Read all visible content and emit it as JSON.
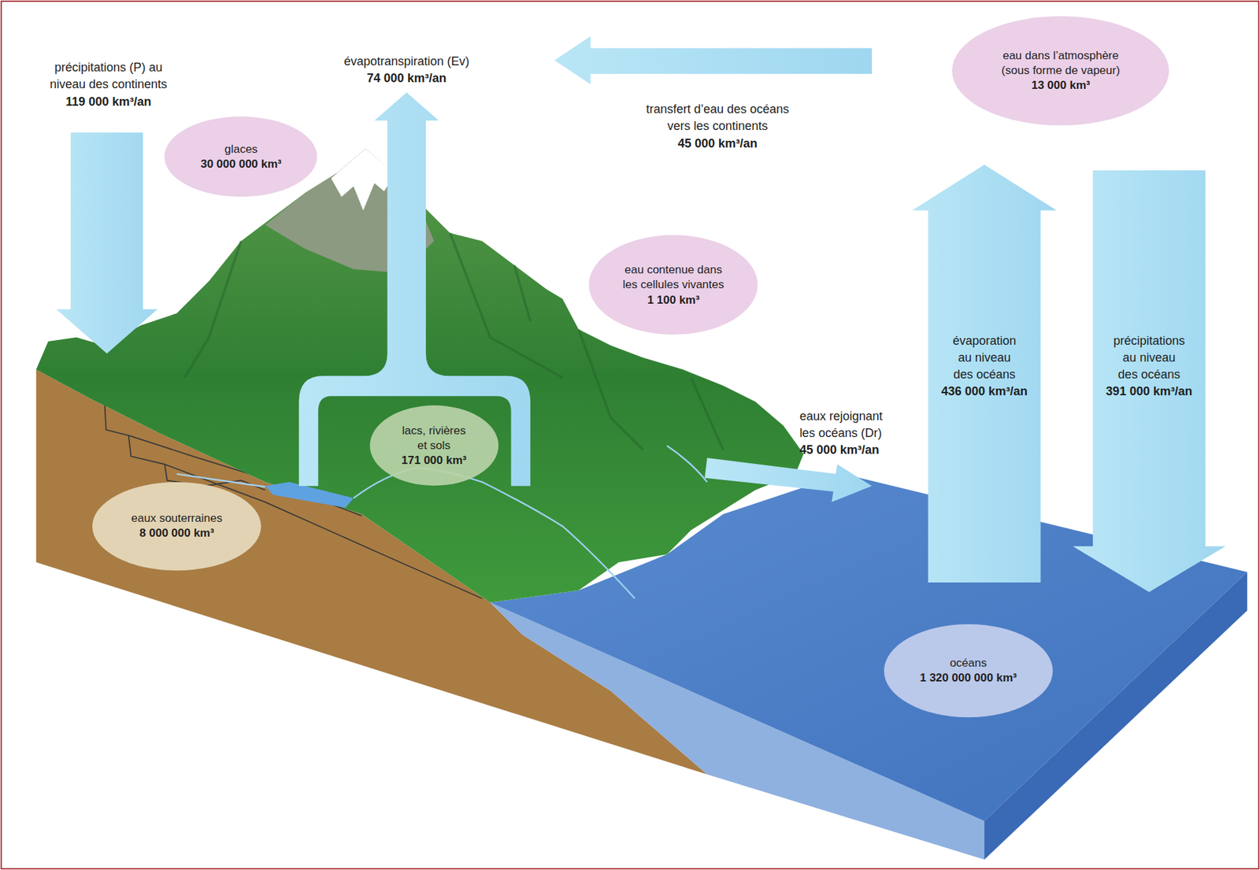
{
  "diagram": {
    "nodes": [
      {
        "text": [
          "glaces",
          "30 000 000 km³"
        ]
      },
      {
        "text": [
          "eau dans l’atmosphère (sous forme de vapeur)",
          "13 000 km³"
        ]
      },
      {
        "text": [
          "eau contenue dans les cellules vivantes",
          "1 100 km³"
        ]
      },
      {
        "text": [
          "lacs, rivières et sols",
          "171 000 km³"
        ]
      },
      {
        "text": [
          "eaux souterraines",
          "8 000 000 km³"
        ]
      },
      {
        "text": [
          "océans",
          "1 320 000 000 km³"
        ]
      }
    ],
    "labels": [
      "précipitations (P) au niveau des continents",
      "119 000 km³/an",
      "évapotranspiration (Ev)",
      "74 000 km³/an",
      "transfert d’eau des océans vers les continents",
      "45 000 km³/an",
      "évaporation au niveau des océans",
      "436 000 km³/an",
      "précipitations au niveau des océans",
      "391 000 km³/an",
      "eaux rejoignant les océans (Dr)",
      "45 000 km³/an"
    ]
  }
}
